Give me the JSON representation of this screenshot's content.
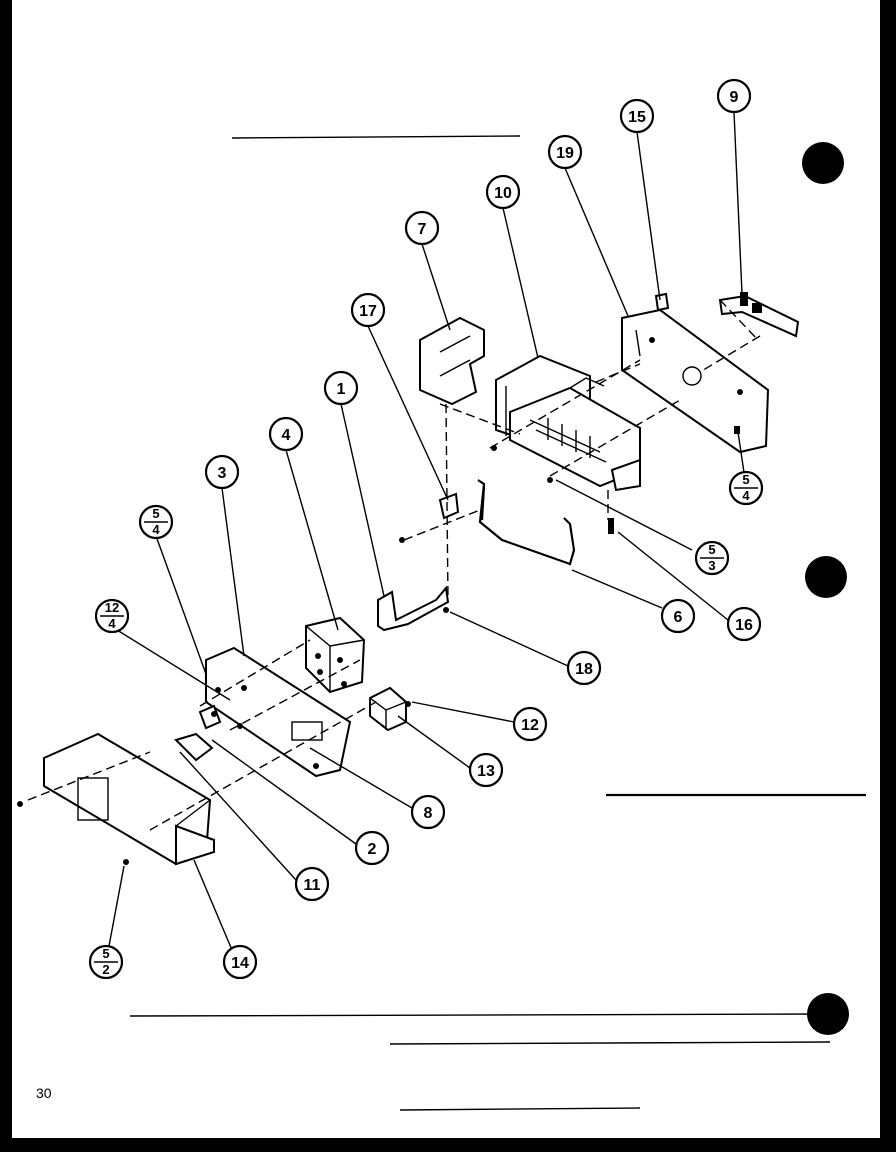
{
  "page_number": "30",
  "callouts": {
    "c1": "1",
    "c2": "2",
    "c3": "3",
    "c4": "4",
    "c6": "6",
    "c7": "7",
    "c8": "8",
    "c9": "9",
    "c10": "10",
    "c11": "11",
    "c12": "12",
    "c13": "13",
    "c14": "14",
    "c15": "15",
    "c16": "16",
    "c17": "17",
    "c18": "18",
    "c19": "19"
  },
  "fraction_callouts": {
    "f_5_4_left": {
      "num": "5",
      "den": "4"
    },
    "f_12_4": {
      "num": "12",
      "den": "4"
    },
    "f_5_2": {
      "num": "5",
      "den": "2"
    },
    "f_5_4_right": {
      "num": "5",
      "den": "4"
    },
    "f_5_3": {
      "num": "5",
      "den": "3"
    }
  }
}
